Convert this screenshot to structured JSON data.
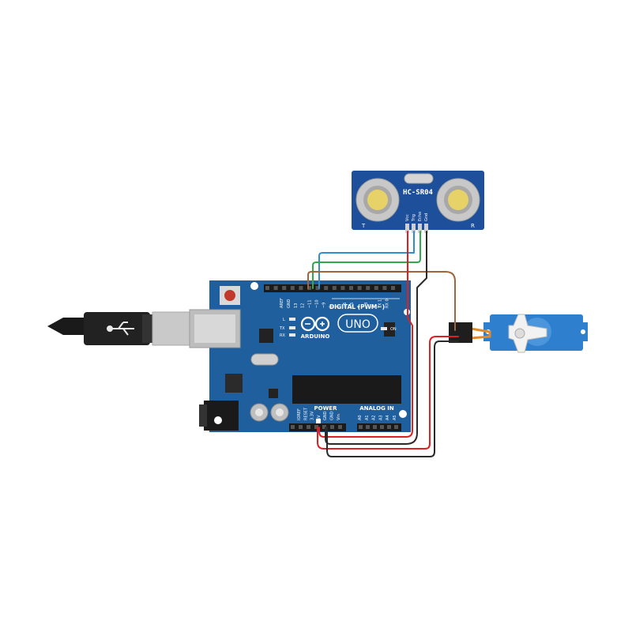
{
  "board": {
    "brand": "ARDUINO",
    "model": "UNO",
    "digital_label": "DIGITAL (PWM~)",
    "power_label": "POWER",
    "analog_label": "ANALOG IN",
    "on_label": "ON",
    "l_label": "L",
    "tx_label": "TX",
    "rx_label": "RX",
    "digital_pins": [
      "AREF",
      "GND",
      "13",
      "12",
      "~11",
      "~10",
      "~9",
      "8",
      "7",
      "~6",
      "~5",
      "4",
      "~3",
      "2",
      "TX 1",
      "RX 0"
    ],
    "power_pins": [
      "IOREF",
      "RESET",
      "3.3V",
      "5V",
      "GND",
      "GND",
      "Vin"
    ],
    "analog_pins": [
      "A0",
      "A1",
      "A2",
      "A3",
      "A4",
      "A5"
    ]
  },
  "sensor": {
    "name": "HC-SR04",
    "pins": [
      "Vcc",
      "Trig",
      "Echo",
      "Gnd"
    ],
    "left_mark": "T",
    "right_mark": "R"
  },
  "colors": {
    "board": "#1f5f9e",
    "board_dark": "#17497a",
    "wire_red": "#e02020",
    "wire_black": "#2a2a2a",
    "wire_blue": "#2e8fd0",
    "wire_green": "#2faa4a",
    "wire_brown": "#a0653a",
    "sensor_board": "#1d4f9a"
  }
}
